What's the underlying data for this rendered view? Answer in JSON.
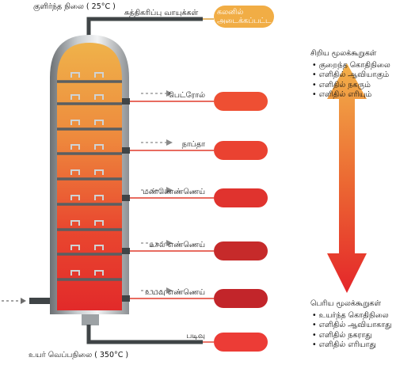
{
  "top_label": "குளிர்ந்த நிலை ( 25°C )",
  "refinery_gas": {
    "label": "சுத்திகரிப்பு வாயுக்கள்",
    "product_lines": [
      "கலனில்",
      "அடைக்கப்பட்ட வாயு"
    ]
  },
  "bottom_label": "உயர் வெப்பநிலை ( 350°C )",
  "fractions": [
    {
      "label": "பெட்ரோல்",
      "color": "#ee4f33"
    },
    {
      "label": "நாப்தா",
      "color": "#ea4231"
    },
    {
      "label": "மண்ணெண்ணெய்",
      "color": "#e0332e"
    },
    {
      "label": "டீசல் எண்ணெய்",
      "color": "#c62a2a"
    },
    {
      "label": "உயவு எண்ணெய்",
      "color": "#c2252a"
    },
    {
      "label": "படிவு",
      "color": "#ec3c36"
    }
  ],
  "gas_pill_color": "#f1ad45",
  "small_molecules": {
    "title": "சிறிய மூலக்கூறுகள்",
    "points": [
      "குறைந்த கொதிநிலை",
      "எளிதில் ஆவியாகும்",
      "எளிதில் நகரும்",
      "எளிதில் எரியும்"
    ]
  },
  "large_molecules": {
    "title": "பெரிய மூலக்கூறுகள்",
    "points": [
      "உயர்ந்த கொதிநிலை",
      "எளிதில் ஆவியாகாது",
      "எளிதில் நகராது",
      "எளிதில் எரியாது"
    ]
  },
  "bullet": "•"
}
